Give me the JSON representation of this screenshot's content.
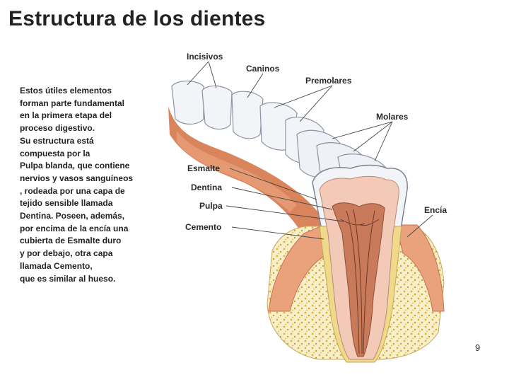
{
  "page": {
    "title": "Estructura de los dientes",
    "page_number": "9"
  },
  "description": {
    "lines": [
      "Estos útiles elementos",
      "forman parte fundamental",
      "en la primera etapa del",
      "proceso digestivo.",
      "Su estructura está",
      "compuesta por la",
      "Pulpa blanda,  que contiene",
      "nervios y vasos sanguíneos",
      ", rodeada por una capa de",
      "tejido sensible llamada",
      "Dentina. Poseen, además,",
      "por encima de la encía una",
      "cubierta de Esmalte duro",
      "y por debajo, otra capa",
      "llamada Cemento,",
      "que es similar al hueso."
    ]
  },
  "labels": {
    "incisivos": "Incisivos",
    "caninos": "Caninos",
    "premolares": "Premolares",
    "molares": "Molares",
    "esmalte": "Esmalte",
    "dentina": "Dentina",
    "pulpa": "Pulpa",
    "cemento": "Cemento",
    "encia": "Encía"
  },
  "colors": {
    "gum": "#d9845a",
    "gum_light": "#eab08f",
    "enamel": "#f2f4f8",
    "dentin": "#f3c9b8",
    "pulp": "#c97a5a",
    "cementum": "#f0d98a",
    "bone": "#f6efc9",
    "bone_dots": "#d9b440"
  }
}
